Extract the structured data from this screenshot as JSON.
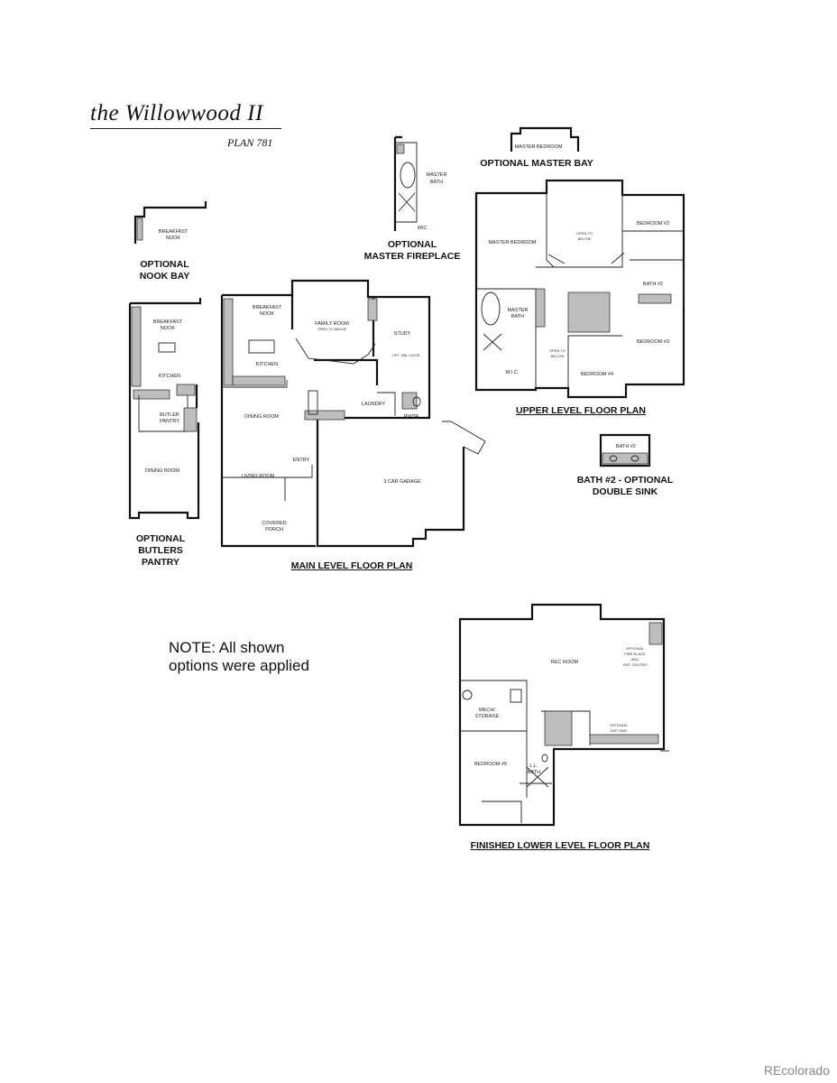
{
  "title": "the Willowwood II",
  "plan_number": "PLAN 781",
  "captions": {
    "optional_nook_bay": [
      "OPTIONAL",
      "NOOK BAY"
    ],
    "optional_master_fireplace": [
      "OPTIONAL",
      "MASTER FIREPLACE"
    ],
    "optional_master_bay": "OPTIONAL MASTER BAY",
    "optional_butlers_pantry": [
      "OPTIONAL",
      "BUTLERS",
      "PANTRY"
    ],
    "main_level": "MAIN LEVEL FLOOR PLAN",
    "upper_level": "UPPER LEVEL FLOOR PLAN",
    "bath2_optional": [
      "BATH #2 - OPTIONAL",
      "DOUBLE SINK"
    ],
    "finished_lower": "FINISHED LOWER LEVEL FLOOR PLAN"
  },
  "note": [
    "NOTE:  All shown",
    "options were applied"
  ],
  "watermark": "REcolorado",
  "rooms": {
    "nook_bay": [
      "BREAKFAST",
      "NOOK"
    ],
    "fireplace_master_bath": [
      "MASTER",
      "BATH"
    ],
    "fireplace_wic": "WIC",
    "bay_master_bedroom": "MASTER BEDROOM",
    "pantry_breakfast_nook": [
      "BREAKFAST",
      "NOOK"
    ],
    "pantry_kitchen": "KITCHEN",
    "pantry_butler": [
      "BUTLER",
      "PANTRY"
    ],
    "pantry_dining": "DINING ROOM",
    "main_breakfast_nook": [
      "BREAKFAST",
      "NOOK"
    ],
    "main_kitchen": "KITCHEN",
    "main_family_room": "FAMILY ROOM",
    "main_family_room_note": "OPEN TO ABOVE",
    "main_study": "STUDY",
    "main_opt_door": "OPT. DBL DOOR",
    "main_dining": "DINING ROOM",
    "main_laundry": "LAUNDRY",
    "main_pwdr": "PWDR",
    "main_entry": "ENTRY",
    "main_living": "LIVING ROOM",
    "main_covered_porch": [
      "COVERED",
      "PORCH"
    ],
    "main_garage": "3 CAR GARAGE",
    "upper_master_bedroom": "MASTER BEDROOM",
    "upper_open_to_below": [
      "OPEN TO",
      "BELOW"
    ],
    "upper_bedroom2": "BEDROOM #2",
    "upper_bath2": "BATH #2",
    "upper_master_bath": [
      "MASTER",
      "BATH"
    ],
    "upper_bedroom3": "BEDROOM #3",
    "upper_open_to_below_2": [
      "OPEN TO",
      "BELOW"
    ],
    "upper_wic": "W.I.C.",
    "upper_bedroom4": "BEDROOM #4",
    "bath2opt_label": "BATH #2",
    "lower_rec_room": "REC ROOM",
    "lower_mech_storage": [
      "MECH/",
      "STORAGE"
    ],
    "lower_bedroom5": "BEDROOM #5",
    "lower_ll_bath": [
      "L.L.",
      "BATH"
    ],
    "lower_optional_wet_bar": [
      "OPTIONAL",
      "WET BAR"
    ],
    "lower_optional_fireplace": [
      "OPTIONAL",
      "FIRE PLACE",
      "AND",
      "ENT. CENTER"
    ]
  }
}
